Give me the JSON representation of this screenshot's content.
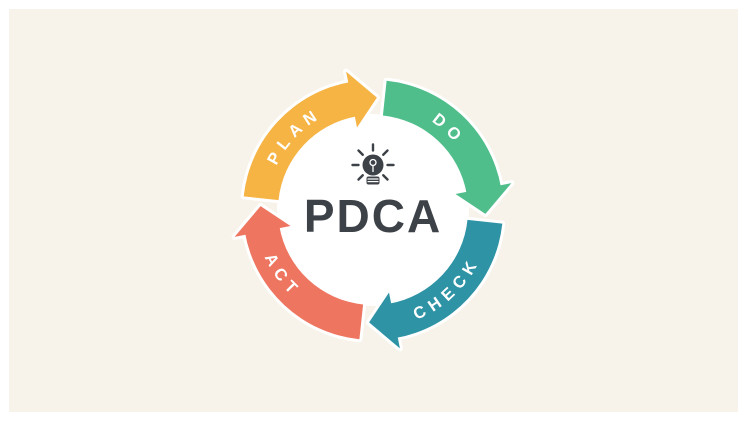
{
  "canvas": {
    "background": "#ffffff",
    "slide_background": "#f7f3ea"
  },
  "diagram": {
    "type": "cycle-diagram",
    "center_label": "PDCA",
    "center_text_color": "#3d4248",
    "center_icon": "lightbulb-icon",
    "icon_color": "#3d4248",
    "inner_circle_color": "#ffffff",
    "label_color": "#ffffff",
    "separator_color": "#ffffff",
    "segments": [
      {
        "id": "plan",
        "label": "PLAN",
        "color": "#f6b445",
        "start": 276,
        "end": 350,
        "text_path": "top",
        "text_offset": "24%"
      },
      {
        "id": "do",
        "label": "DO",
        "color": "#4fbe8b",
        "start": 6,
        "end": 80,
        "text_path": "top",
        "text_offset": "74%"
      },
      {
        "id": "check",
        "label": "CHECK",
        "color": "#2e93a5",
        "start": 96,
        "end": 170,
        "text_path": "bottom",
        "text_offset": "74%"
      },
      {
        "id": "act",
        "label": "ACT",
        "color": "#ee7560",
        "start": 186,
        "end": 260,
        "text_path": "bottom",
        "text_offset": "20%"
      }
    ]
  }
}
